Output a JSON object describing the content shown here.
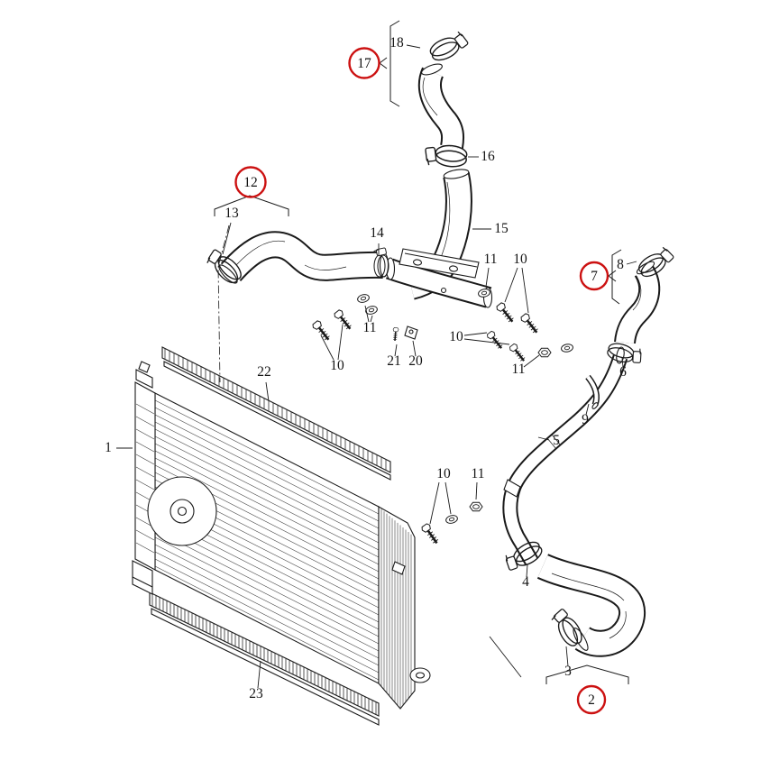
{
  "diagram": {
    "type": "exploded-parts-diagram",
    "background": "#ffffff",
    "line_color": "#1a1a1a",
    "highlight_color": "#cc1111",
    "part_labels": [
      "1",
      "2",
      "3",
      "4",
      "5",
      "6",
      "7",
      "8",
      "9",
      "10",
      "11",
      "12",
      "13",
      "14",
      "15",
      "16",
      "17",
      "18",
      "20",
      "21",
      "22",
      "23"
    ],
    "highlighted_parts": [
      "2",
      "7",
      "12",
      "17"
    ],
    "labels": {
      "n1": "1",
      "n2": "2",
      "n3": "3",
      "n4": "4",
      "n5": "5",
      "n6": "6",
      "n7": "7",
      "n8": "8",
      "n9": "9",
      "n10": "10",
      "n11": "11",
      "n12": "12",
      "n13": "13",
      "n14": "14",
      "n15": "15",
      "n16": "16",
      "n17": "17",
      "n18": "18",
      "n20": "20",
      "n21": "21",
      "n22": "22",
      "n23": "23"
    }
  }
}
